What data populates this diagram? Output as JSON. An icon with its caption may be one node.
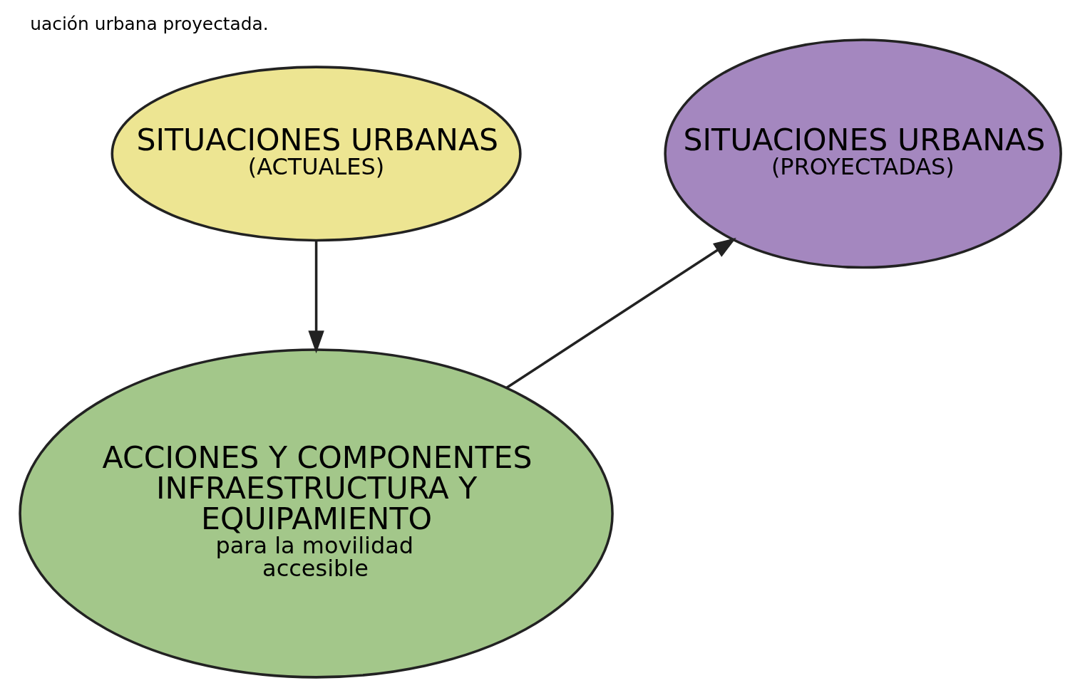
{
  "diagram": {
    "caption": "uación urbana proyectada.",
    "nodes": [
      {
        "text": [
          "SITUACIONES URBANAS",
          "(ACTUALES)"
        ]
      },
      {
        "text": [
          "ACCIONES Y COMPONENTES INFRAESTRUCTURA Y EQUIPAMIENTO",
          "para la movilidad accesible"
        ]
      },
      {
        "text": [
          "SITUACIONES URBANAS",
          "(PROYECTADAS)"
        ]
      }
    ],
    "edges": [
      {
        "from": 0,
        "to": 1,
        "arrow": "to"
      },
      {
        "from": 1,
        "to": 2,
        "arrow": "to"
      }
    ]
  }
}
